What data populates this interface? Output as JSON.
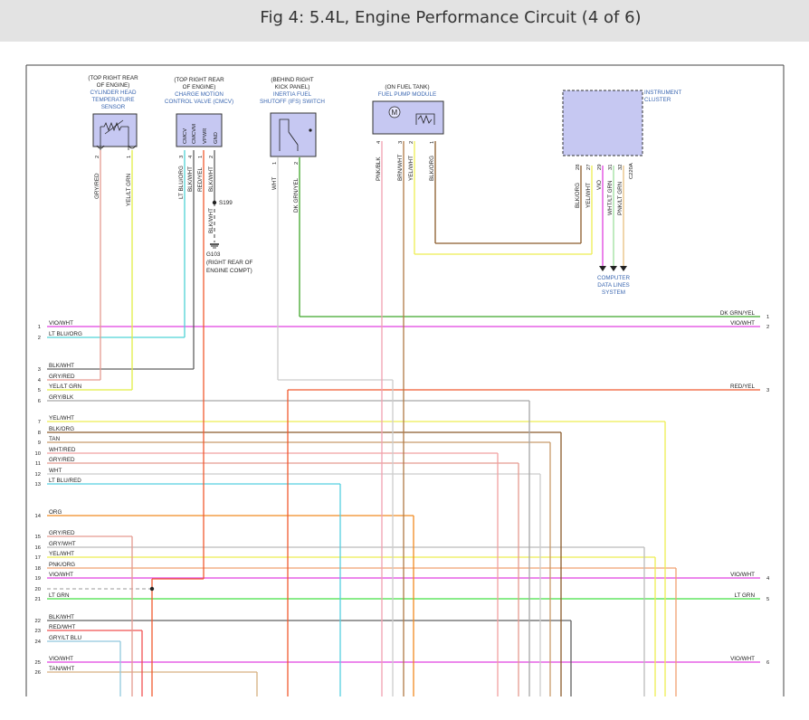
{
  "page": {
    "title": "Fig 4: 5.4L, Engine Performance Circuit (4 of 6)"
  },
  "components": {
    "cht": {
      "location": [
        "(TOP RIGHT REAR",
        "OF ENGINE)"
      ],
      "name": [
        "CYLINDER HEAD",
        "TEMPERATURE",
        "SENSOR"
      ]
    },
    "cmcv": {
      "location": [
        "(TOP RIGHT REAR",
        "OF ENGINE)"
      ],
      "name": [
        "CHARGE MOTION",
        "CONTROL VALVE (CMCV)"
      ],
      "pins": [
        "CMCV",
        "CMCVM",
        "VPWR",
        "GND"
      ]
    },
    "ifs": {
      "location": [
        "(BEHIND RIGHT",
        "KICK PANEL)"
      ],
      "name": [
        "INERTIA FUEL",
        "SHUTOFF (IFS) SWITCH"
      ]
    },
    "fpm": {
      "location": [
        "(ON FUEL TANK)"
      ],
      "name": [
        "FUEL PUMP MODULE"
      ],
      "motor": "M"
    },
    "ic": {
      "name": [
        "INSTRUMENT",
        "CLUSTER"
      ]
    },
    "splice": "S199",
    "ground": {
      "name": "G103",
      "location": [
        "(RIGHT REAR OF",
        "ENGINE COMPT)"
      ]
    },
    "cdl": [
      "COMPUTER",
      "DATA LINES",
      "SYSTEM"
    ],
    "connector": "C220A"
  },
  "pin_numbers": {
    "cht": [
      "2",
      "1"
    ],
    "cmcv": [
      "3",
      "4",
      "1",
      "2"
    ],
    "ifs": [
      "1",
      "2"
    ],
    "fpm": [
      "4",
      "3",
      "2",
      "1"
    ],
    "ic": [
      "28",
      "27",
      "29",
      "31",
      "32"
    ]
  },
  "vertical_wire_labels": {
    "cht": [
      "GRY/RED",
      "YEL/LT GRN"
    ],
    "cmcv": [
      "LT BLU/ORG",
      "BLK/WHT",
      "RED/YEL",
      "BLK/WHT",
      "BLK/WHT"
    ],
    "ifs": [
      "WHT",
      "DK GRN/YEL"
    ],
    "fpm": [
      "PNK/BLK",
      "BRN/WHT",
      "YEL/WHT",
      "BLK/ORG"
    ],
    "ic": [
      "BLK/ORG",
      "YEL/WHT",
      "VIO",
      "WHT/LT GRN",
      "PNK/LT GRN"
    ]
  },
  "bus_left": [
    {
      "num": "1",
      "label": "VIO/WHT",
      "color": "#e040e0"
    },
    {
      "num": "2",
      "label": "LT BLU/ORG",
      "color": "#4fd3d6"
    },
    {
      "num": "3",
      "label": "BLK/WHT",
      "color": "#606060"
    },
    {
      "num": "4",
      "label": "GRY/RED",
      "color": "#e59a90"
    },
    {
      "num": "5",
      "label": "YEL/LT GRN",
      "color": "#e2ee45"
    },
    {
      "num": "6",
      "label": "GRY/BLK",
      "color": "#a6a6a6"
    },
    {
      "num": "7",
      "label": "YEL/WHT",
      "color": "#eeee52"
    },
    {
      "num": "8",
      "label": "BLK/ORG",
      "color": "#8a5a2a"
    },
    {
      "num": "9",
      "label": "TAN",
      "color": "#c89a6a"
    },
    {
      "num": "10",
      "label": "WHT/RED",
      "color": "#f0a0a0"
    },
    {
      "num": "11",
      "label": "GRY/RED",
      "color": "#e59a90"
    },
    {
      "num": "12",
      "label": "WHT",
      "color": "#cccccc"
    },
    {
      "num": "13",
      "label": "LT BLU/RED",
      "color": "#55cfe0"
    },
    {
      "num": "14",
      "label": "ORG",
      "color": "#f08a20"
    },
    {
      "num": "15",
      "label": "GRY/RED",
      "color": "#e59a90"
    },
    {
      "num": "16",
      "label": "GRY/WHT",
      "color": "#bbbbbb"
    },
    {
      "num": "17",
      "label": "YEL/WHT",
      "color": "#eeee52"
    },
    {
      "num": "18",
      "label": "PNK/ORG",
      "color": "#f0a070"
    },
    {
      "num": "19",
      "label": "VIO/WHT",
      "color": "#e040e0"
    },
    {
      "num": "20",
      "label": "",
      "color": "#999999"
    },
    {
      "num": "21",
      "label": "LT GRN",
      "color": "#44e044"
    },
    {
      "num": "22",
      "label": "BLK/WHT",
      "color": "#606060"
    },
    {
      "num": "23",
      "label": "RED/WHT",
      "color": "#f05050"
    },
    {
      "num": "24",
      "label": "GRY/LT BLU",
      "color": "#90c8dd"
    },
    {
      "num": "25",
      "label": "VIO/WHT",
      "color": "#e040e0"
    },
    {
      "num": "26",
      "label": "TAN/WHT",
      "color": "#d6b080"
    }
  ],
  "bus_right": [
    {
      "num": "1",
      "label": "DK GRN/YEL"
    },
    {
      "num": "2",
      "label": "VIO/WHT"
    },
    {
      "num": "3",
      "label": "RED/YEL"
    },
    {
      "num": "4",
      "label": "VIO/WHT"
    },
    {
      "num": "5",
      "label": "LT GRN"
    },
    {
      "num": "6",
      "label": "VIO/WHT"
    }
  ]
}
